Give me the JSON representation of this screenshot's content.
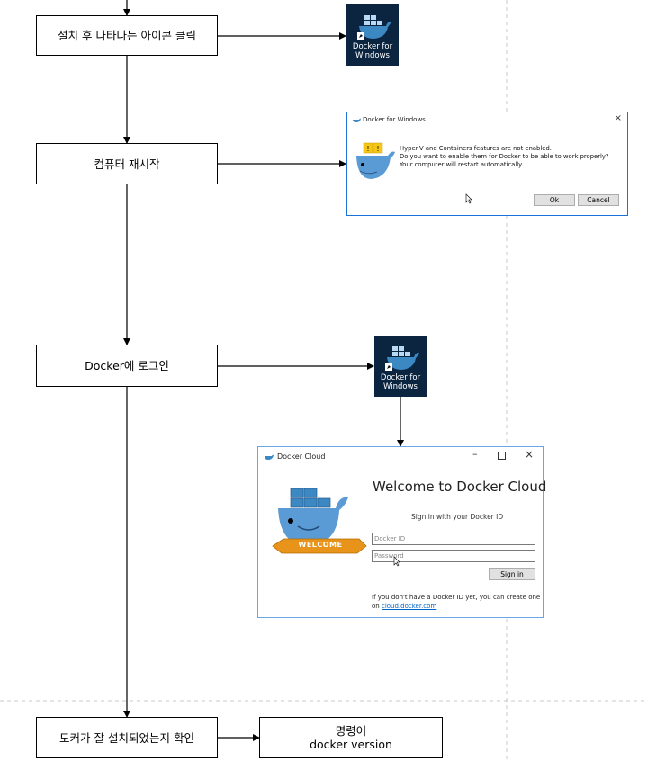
{
  "steps": {
    "install_click": "설치 후 나타나는 아이콘 클릭",
    "restart": "컴퓨터 재시작",
    "login": "Docker에 로그인",
    "verify": "도커가 잘 설치되었는지 확인"
  },
  "command_box": {
    "line1": "명령어",
    "line2": "docker version"
  },
  "docker_icon": {
    "label_line1": "Docker for",
    "label_line2": "Windows"
  },
  "dialog": {
    "title": "Docker for Windows",
    "message_line1": "Hyper-V and Containers features are not enabled.",
    "message_line2": "Do you want to enable them for Docker to be able to work properly?",
    "message_line3": "Your computer will restart automatically.",
    "ok_label": "Ok",
    "cancel_label": "Cancel"
  },
  "cloud": {
    "window_title": "Docker Cloud",
    "welcome_heading": "Welcome to Docker Cloud",
    "sign_in_prompt": "Sign in with your Docker ID",
    "docker_id_placeholder": "Docker ID",
    "password_placeholder": "Password",
    "sign_in_button": "Sign in",
    "footer_line1": "If you don't have a Docker ID yet, you can create one",
    "footer_on": "on",
    "footer_link": "cloud.docker.com",
    "welcome_banner": "WELCOME"
  },
  "colors": {
    "icon_bg": "#0b2540",
    "whale_blue": "#5b9bd5",
    "link_blue": "#0066cc",
    "banner_orange": "#e8941a",
    "warning_yellow": "#f5c518"
  },
  "icons": [
    "docker-whale-icon",
    "warning-shield-icon",
    "close-icon",
    "minimize-icon",
    "maximize-icon",
    "mouse-cursor-icon"
  ]
}
